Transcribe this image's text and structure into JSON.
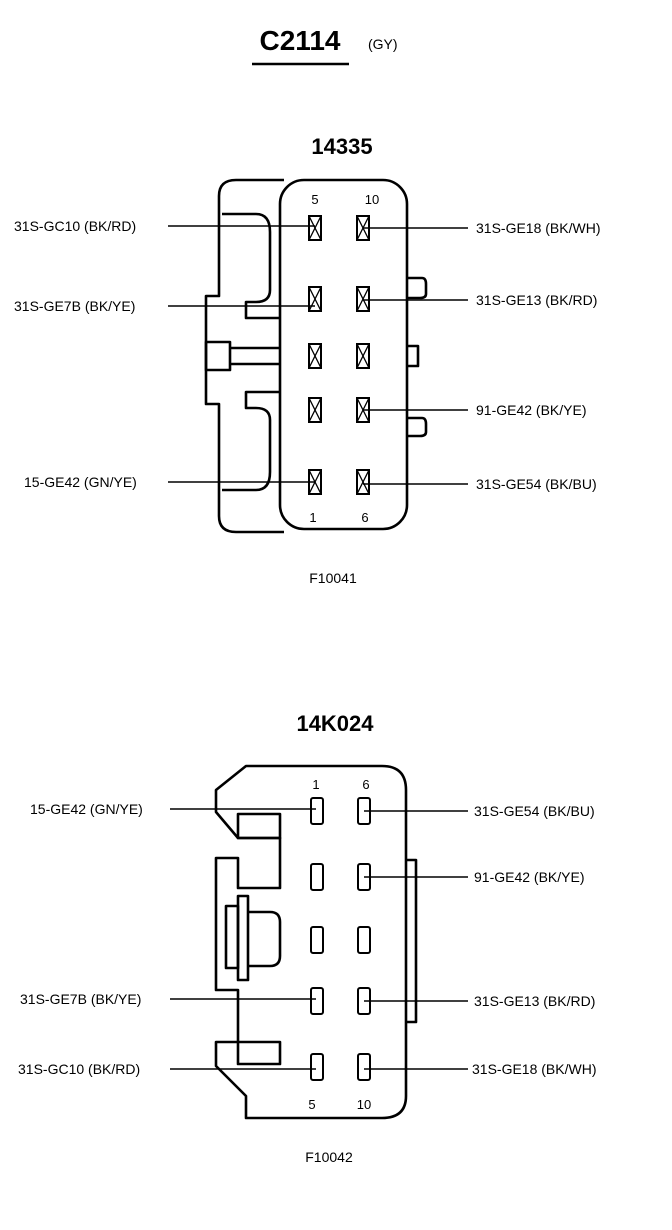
{
  "header": {
    "connector_id": "C2114",
    "color_code": "(GY)"
  },
  "diagrams": [
    {
      "part_number": "14335",
      "figure_id": "F10041",
      "pin_labels": {
        "top_left": "5",
        "top_right": "10",
        "bottom_left": "1",
        "bottom_right": "6"
      },
      "wires": [
        {
          "label": "31S-GC10 (BK/RD)",
          "side": "left"
        },
        {
          "label": "31S-GE7B (BK/YE)",
          "side": "left"
        },
        {
          "label": "15-GE42 (GN/YE)",
          "side": "left"
        },
        {
          "label": "31S-GE18 (BK/WH)",
          "side": "right"
        },
        {
          "label": "31S-GE13 (BK/RD)",
          "side": "right"
        },
        {
          "label": "91-GE42 (BK/YE)",
          "side": "right"
        },
        {
          "label": "31S-GE54 (BK/BU)",
          "side": "right"
        }
      ]
    },
    {
      "part_number": "14K024",
      "figure_id": "F10042",
      "pin_labels": {
        "top_left": "1",
        "top_right": "6",
        "bottom_left": "5",
        "bottom_right": "10"
      },
      "wires": [
        {
          "label": "15-GE42 (GN/YE)",
          "side": "left"
        },
        {
          "label": "31S-GE7B (BK/YE)",
          "side": "left"
        },
        {
          "label": "31S-GC10 (BK/RD)",
          "side": "left"
        },
        {
          "label": "31S-GE54 (BK/BU)",
          "side": "right"
        },
        {
          "label": "91-GE42 (BK/YE)",
          "side": "right"
        },
        {
          "label": "31S-GE13 (BK/RD)",
          "side": "right"
        },
        {
          "label": "31S-GE18 (BK/WH)",
          "side": "right"
        }
      ]
    }
  ]
}
